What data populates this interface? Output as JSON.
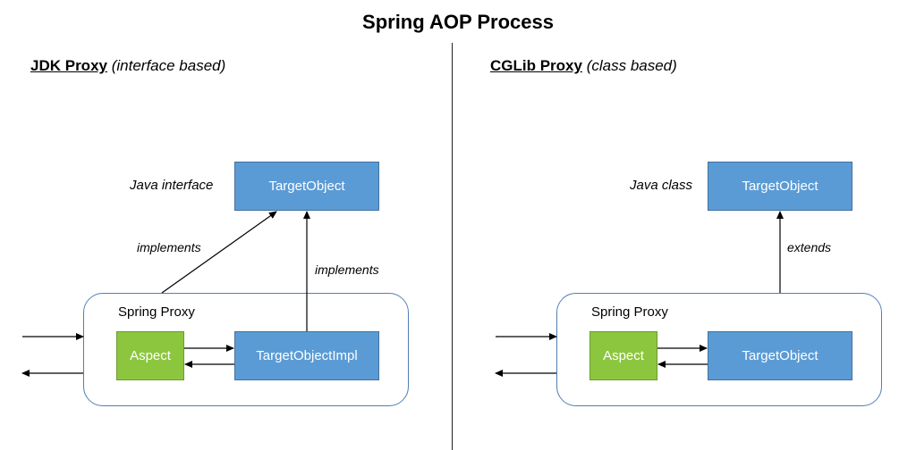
{
  "title": "Spring AOP Process",
  "left": {
    "heading_name": "JDK Proxy",
    "heading_kind": "(interface based)",
    "side_label": "Java interface",
    "target_box": "TargetObject",
    "implements_label_1": "implements",
    "implements_label_2": "implements",
    "proxy_label": "Spring Proxy",
    "aspect_box": "Aspect",
    "impl_box": "TargetObjectImpl"
  },
  "right": {
    "heading_name": "CGLib Proxy",
    "heading_kind": "(class based)",
    "side_label": "Java class",
    "target_box": "TargetObject",
    "extends_label": "extends",
    "proxy_label": "Spring Proxy",
    "aspect_box": "Aspect",
    "target_inner_box": "TargetObject"
  },
  "colors": {
    "blue_box": "#5b9bd5",
    "green_box": "#8cc63f",
    "proxy_border": "#4f7fb6"
  }
}
